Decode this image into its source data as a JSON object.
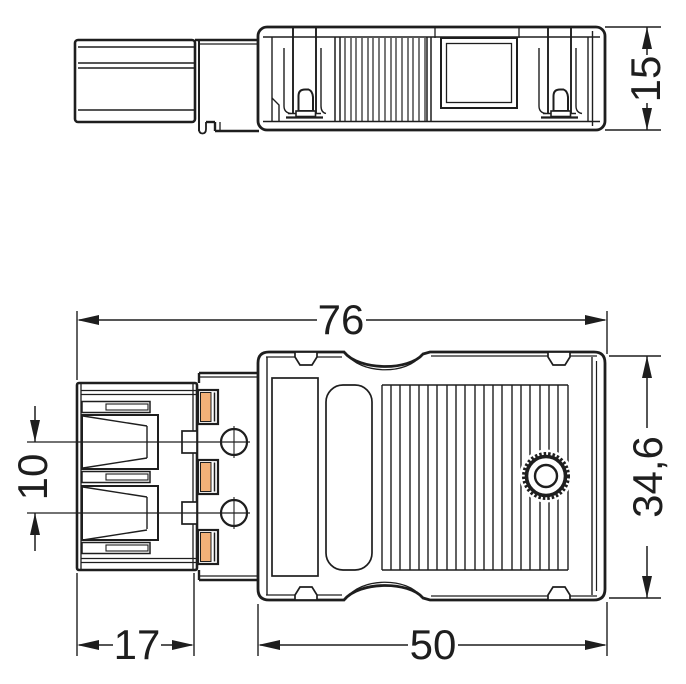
{
  "drawing": {
    "line_color": "#1e1e1e",
    "contact_color": "#f2b078",
    "dimensions": {
      "housing_height": "15",
      "total_length": "76",
      "pole_pitch": "10",
      "plug_width": "17",
      "housing_length": "50",
      "housing_width": "34,6"
    }
  }
}
